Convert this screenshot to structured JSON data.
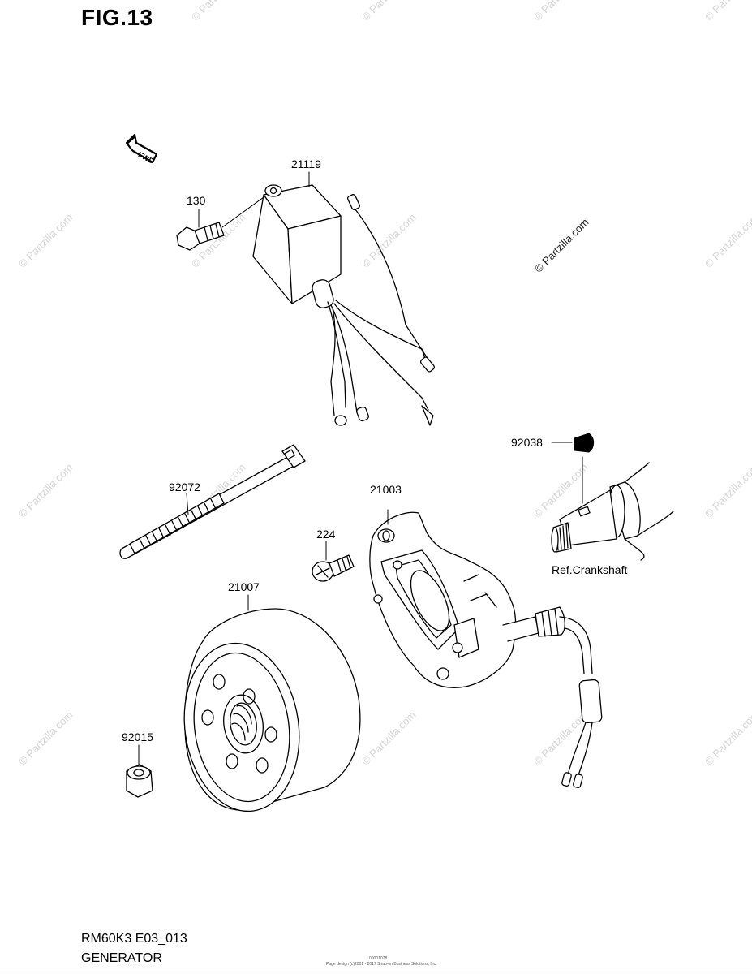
{
  "figure_title": "FIG.13",
  "diagram_code": "RM60K3 E03_013",
  "diagram_name": "GENERATOR",
  "fwd_label": "FWD",
  "watermark": "© Partzilla.com",
  "small_print": {
    "line1": "00001078",
    "line2": "Page design (c)2001 - 2017 Snap-on Business Solutions, Inc."
  },
  "parts": [
    {
      "id": "21119",
      "label": "21119"
    },
    {
      "id": "130",
      "label": "130"
    },
    {
      "id": "92038",
      "label": "92038"
    },
    {
      "id": "92072",
      "label": "92072"
    },
    {
      "id": "21003",
      "label": "21003"
    },
    {
      "id": "224",
      "label": "224"
    },
    {
      "id": "21007",
      "label": "21007"
    },
    {
      "id": "92015",
      "label": "92015"
    }
  ],
  "reference_label": "Ref.Crankshaft"
}
